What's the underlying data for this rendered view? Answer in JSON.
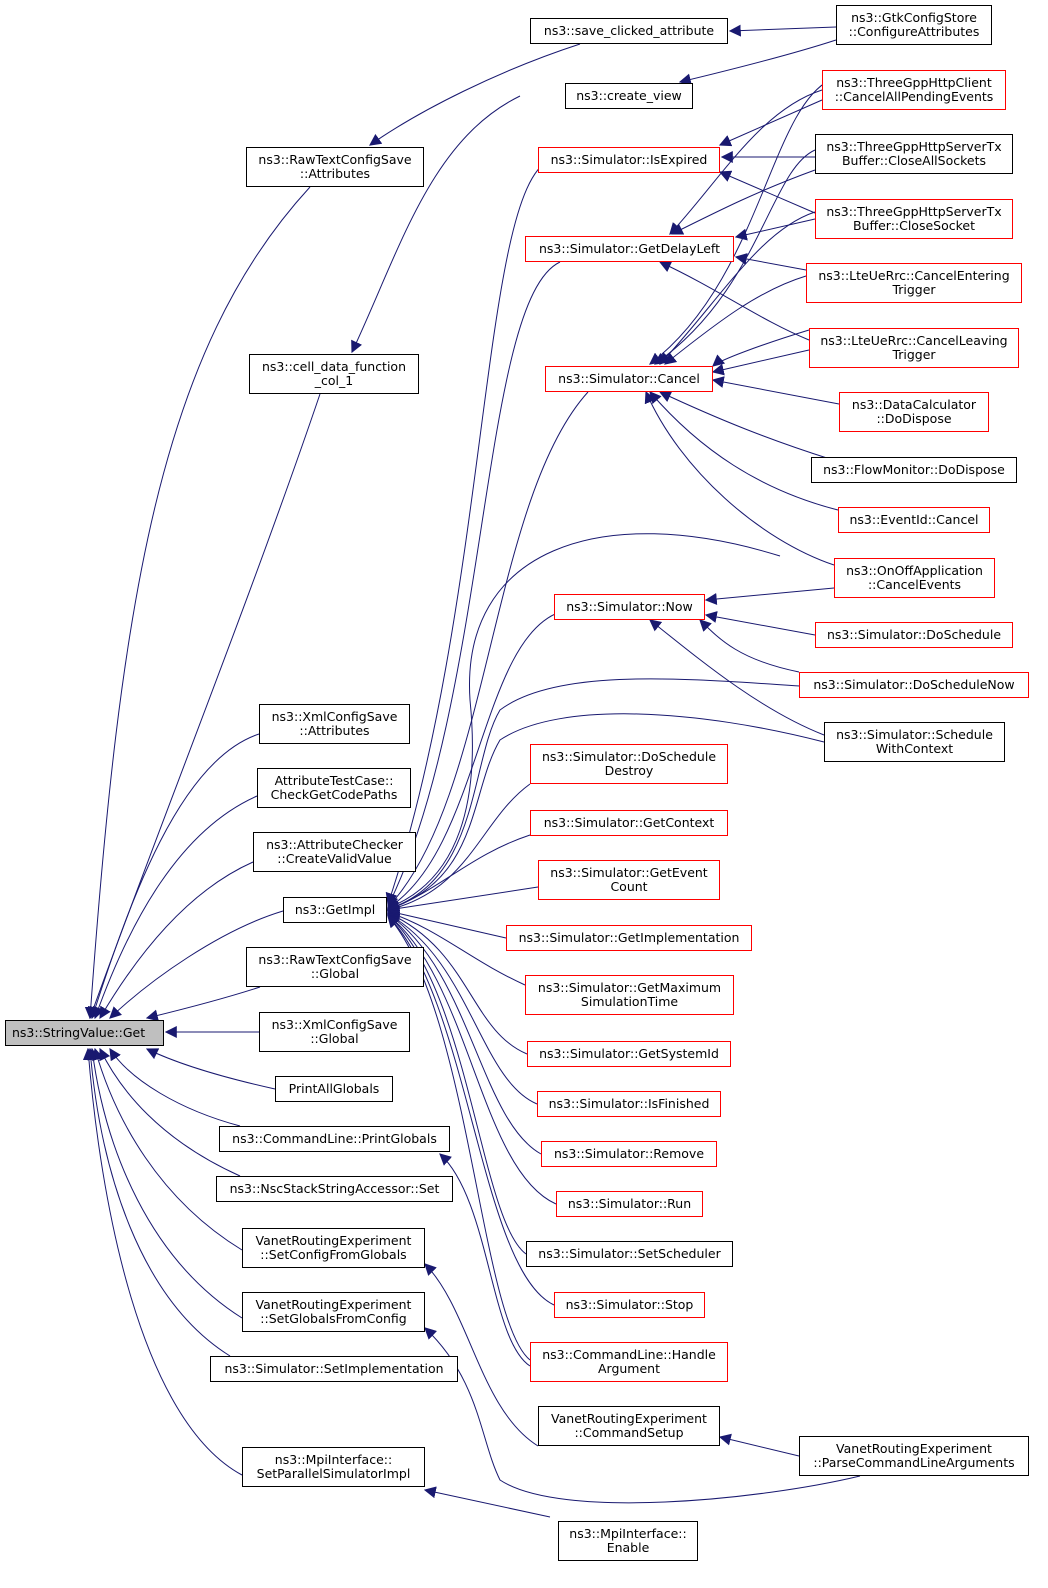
{
  "colors": {
    "edge": "#191970",
    "border_default": "#000000",
    "border_red": "#ff0000",
    "root_fill": "#bfbfbf"
  },
  "nodes": [
    {
      "id": "root",
      "label": "ns3::StringValue::Get",
      "style": "root"
    },
    {
      "id": "rtcs_attr",
      "label": "ns3::RawTextConfigSave\n::Attributes",
      "style": "black"
    },
    {
      "id": "cell_data",
      "label": "ns3::cell_data_function\n_col_1",
      "style": "black"
    },
    {
      "id": "xml_attr",
      "label": "ns3::XmlConfigSave\n::Attributes",
      "style": "black"
    },
    {
      "id": "attr_test",
      "label": "AttributeTestCase::\nCheckGetCodePaths",
      "style": "black"
    },
    {
      "id": "attr_checker",
      "label": "ns3::AttributeChecker\n::CreateValidValue",
      "style": "black"
    },
    {
      "id": "getimpl",
      "label": "ns3::GetImpl",
      "style": "black"
    },
    {
      "id": "rtcs_global",
      "label": "ns3::RawTextConfigSave\n::Global",
      "style": "black"
    },
    {
      "id": "xml_global",
      "label": "ns3::XmlConfigSave\n::Global",
      "style": "black"
    },
    {
      "id": "printall",
      "label": "PrintAllGlobals",
      "style": "black"
    },
    {
      "id": "cl_printglobals",
      "label": "ns3::CommandLine::PrintGlobals",
      "style": "black"
    },
    {
      "id": "nsc_set",
      "label": "ns3::NscStackStringAccessor::Set",
      "style": "black"
    },
    {
      "id": "vre_setconfig",
      "label": "VanetRoutingExperiment\n::SetConfigFromGlobals",
      "style": "black"
    },
    {
      "id": "vre_setglobals",
      "label": "VanetRoutingExperiment\n::SetGlobalsFromConfig",
      "style": "black"
    },
    {
      "id": "sim_setimpl",
      "label": "ns3::Simulator::SetImplementation",
      "style": "black"
    },
    {
      "id": "mpi_setpar",
      "label": "ns3::MpiInterface::\nSetParallelSimulatorImpl",
      "style": "black"
    },
    {
      "id": "save_clicked",
      "label": "ns3::save_clicked_attribute",
      "style": "black"
    },
    {
      "id": "create_view",
      "label": "ns3::create_view",
      "style": "black"
    },
    {
      "id": "gtk_config",
      "label": "ns3::GtkConfigStore\n::ConfigureAttributes",
      "style": "black"
    },
    {
      "id": "sim_isexpired",
      "label": "ns3::Simulator::IsExpired",
      "style": "red"
    },
    {
      "id": "sim_getdelayleft",
      "label": "ns3::Simulator::GetDelayLeft",
      "style": "red"
    },
    {
      "id": "sim_cancel",
      "label": "ns3::Simulator::Cancel",
      "style": "red"
    },
    {
      "id": "sim_now",
      "label": "ns3::Simulator::Now",
      "style": "red"
    },
    {
      "id": "sim_doschedule_destroy",
      "label": "ns3::Simulator::DoSchedule\nDestroy",
      "style": "red"
    },
    {
      "id": "sim_getcontext",
      "label": "ns3::Simulator::GetContext",
      "style": "red"
    },
    {
      "id": "sim_geteventcount",
      "label": "ns3::Simulator::GetEvent\nCount",
      "style": "red"
    },
    {
      "id": "sim_getimplementation",
      "label": "ns3::Simulator::GetImplementation",
      "style": "red"
    },
    {
      "id": "sim_getmaxsim",
      "label": "ns3::Simulator::GetMaximum\nSimulationTime",
      "style": "red"
    },
    {
      "id": "sim_getsystemid",
      "label": "ns3::Simulator::GetSystemId",
      "style": "red"
    },
    {
      "id": "sim_isfinished",
      "label": "ns3::Simulator::IsFinished",
      "style": "red"
    },
    {
      "id": "sim_remove",
      "label": "ns3::Simulator::Remove",
      "style": "red"
    },
    {
      "id": "sim_run",
      "label": "ns3::Simulator::Run",
      "style": "red"
    },
    {
      "id": "sim_setscheduler",
      "label": "ns3::Simulator::SetScheduler",
      "style": "black"
    },
    {
      "id": "sim_stop",
      "label": "ns3::Simulator::Stop",
      "style": "red"
    },
    {
      "id": "cl_handlearg",
      "label": "ns3::CommandLine::Handle\nArgument",
      "style": "red"
    },
    {
      "id": "vre_cmdsetup",
      "label": "VanetRoutingExperiment\n::CommandSetup",
      "style": "black"
    },
    {
      "id": "mpi_enable",
      "label": "ns3::MpiInterface::\nEnable",
      "style": "black"
    },
    {
      "id": "tgpp_client_cancel",
      "label": "ns3::ThreeGppHttpClient\n::CancelAllPendingEvents",
      "style": "red"
    },
    {
      "id": "tgpp_server_closeall",
      "label": "ns3::ThreeGppHttpServerTx\nBuffer::CloseAllSockets",
      "style": "black"
    },
    {
      "id": "tgpp_server_close",
      "label": "ns3::ThreeGppHttpServerTx\nBuffer::CloseSocket",
      "style": "red"
    },
    {
      "id": "lte_cancel_entering",
      "label": "ns3::LteUeRrc::CancelEntering\nTrigger",
      "style": "red"
    },
    {
      "id": "lte_cancel_leaving",
      "label": "ns3::LteUeRrc::CancelLeaving\nTrigger",
      "style": "red"
    },
    {
      "id": "datacalc_dispose",
      "label": "ns3::DataCalculator\n::DoDispose",
      "style": "red"
    },
    {
      "id": "flowmon_dispose",
      "label": "ns3::FlowMonitor::DoDispose",
      "style": "black"
    },
    {
      "id": "eventid_cancel",
      "label": "ns3::EventId::Cancel",
      "style": "red"
    },
    {
      "id": "onoff_cancel",
      "label": "ns3::OnOffApplication\n::CancelEvents",
      "style": "red"
    },
    {
      "id": "sim_doschedule",
      "label": "ns3::Simulator::DoSchedule",
      "style": "red"
    },
    {
      "id": "sim_doschedulenow",
      "label": "ns3::Simulator::DoScheduleNow",
      "style": "red"
    },
    {
      "id": "sim_schedwithctx",
      "label": "ns3::Simulator::Schedule\nWithContext",
      "style": "black"
    },
    {
      "id": "vre_parsecmd",
      "label": "VanetRoutingExperiment\n::ParseCommandLineArguments",
      "style": "black"
    }
  ]
}
